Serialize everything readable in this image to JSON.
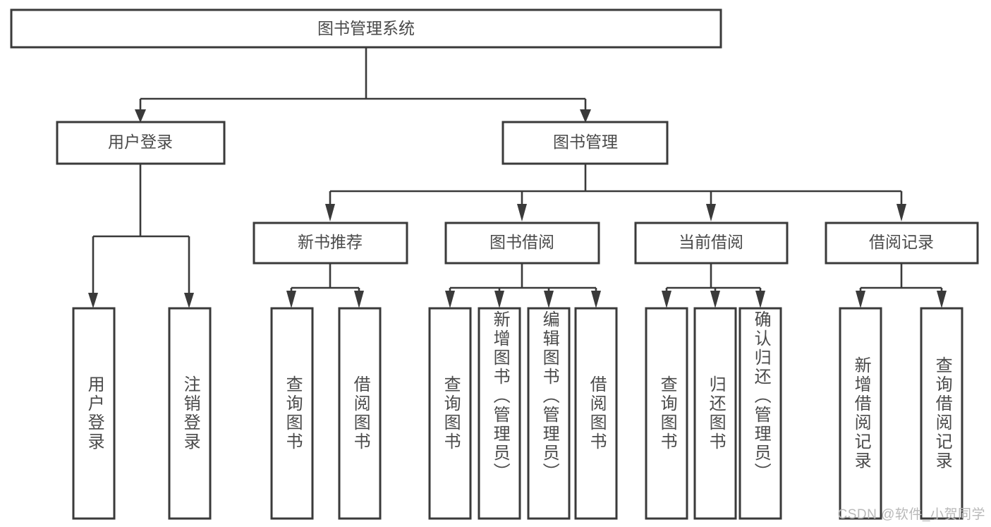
{
  "diagram": {
    "title": "图书管理系统",
    "type": "tree-hierarchy-chart",
    "watermark": "CSDN @软件_小贺同学",
    "colors": {
      "stroke": "#3a3a3a",
      "text": "#4a4a4a",
      "background": "#ffffff",
      "watermark": "#b9b9b9"
    },
    "root": {
      "label": "图书管理系统"
    },
    "level2": [
      {
        "label": "用户登录"
      },
      {
        "label": "图书管理"
      }
    ],
    "level3": [
      {
        "label": "新书推荐"
      },
      {
        "label": "图书借阅"
      },
      {
        "label": "当前借阅"
      },
      {
        "label": "借阅记录"
      }
    ],
    "leaves": {
      "user_login": [
        {
          "label": "用户登录"
        },
        {
          "label": "注销登录"
        }
      ],
      "new_book_recommend": [
        {
          "label": "查询图书"
        },
        {
          "label": "借阅图书"
        }
      ],
      "book_borrow": [
        {
          "label": "查询图书"
        },
        {
          "label": "新增图书（管理员）"
        },
        {
          "label": "编辑图书（管理员）"
        },
        {
          "label": "借阅图书"
        }
      ],
      "current_borrow": [
        {
          "label": "查询图书"
        },
        {
          "label": "归还图书"
        },
        {
          "label": "确认归还（管理员）"
        }
      ],
      "borrow_record": [
        {
          "label": "新增借阅记录"
        },
        {
          "label": "查询借阅记录"
        }
      ]
    }
  }
}
